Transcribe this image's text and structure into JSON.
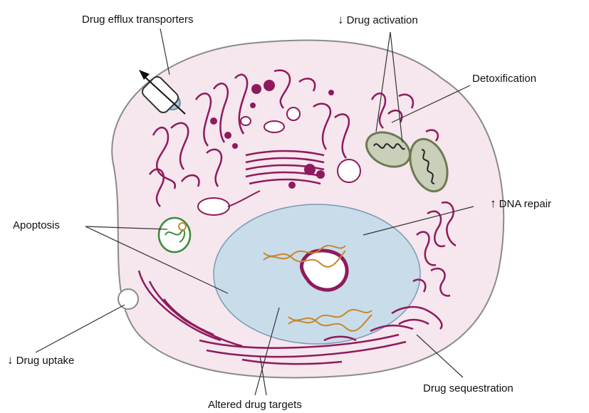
{
  "labels": {
    "efflux": "Drug efflux transporters",
    "activation": "Drug activation",
    "activation_arrow": "↓",
    "detox": "Detoxification",
    "dna_repair": "DNA repair",
    "dna_repair_arrow": "↑",
    "apoptosis": "Apoptosis",
    "uptake": "Drug uptake",
    "uptake_arrow": "↓",
    "sequestration": "Drug sequestration",
    "targets": "Altered drug targets"
  },
  "colors": {
    "cytoplasm": "#f6e6ee",
    "membrane": "#8a8a8a",
    "organelle": "#8e1a5c",
    "nucleus": "#c9dcea",
    "dna": "#c8862a",
    "mitochondria_outer": "#6b7a52",
    "apoptotic_body": "#3a8a3a",
    "transporter": "#a9c4d9"
  },
  "icons": [
    "up-arrow-icon",
    "down-arrow-icon"
  ]
}
